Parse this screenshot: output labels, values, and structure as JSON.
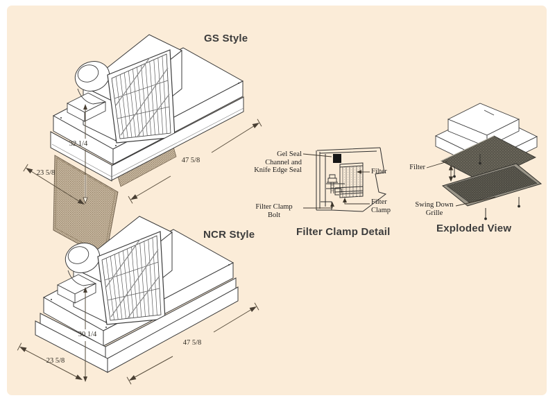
{
  "figures": {
    "gs": {
      "title": "GS Style",
      "dim_height": "32 1/4",
      "dim_length": "47 5/8",
      "dim_depth": "23 5/8"
    },
    "ncr": {
      "title": "NCR Style",
      "dim_height": "30 1/4",
      "dim_length": "47 5/8",
      "dim_depth": "23 5/8"
    },
    "clamp_detail": {
      "title": "Filter Clamp Detail",
      "labels": {
        "gel_seal_lines": [
          "Gel Seal",
          "Channel and",
          "Knife Edge Seal"
        ],
        "filter": "Filter",
        "clamp_lines": [
          "Filter",
          "Clamp"
        ],
        "bolt_lines": [
          "Filter Clamp",
          "Bolt"
        ]
      }
    },
    "exploded": {
      "title": "Exploded View",
      "labels": {
        "filter": "Filter",
        "grille_lines": [
          "Swing Down",
          "Grille"
        ]
      }
    }
  },
  "colors": {
    "sheet_background": "#fbecd8",
    "line": "#3a3a3a",
    "dimension": "#5a4f3e",
    "mesh_fill": "#c9b9a2",
    "dark_panel": "#59564c",
    "grille_mesh": "#4c4a42"
  }
}
